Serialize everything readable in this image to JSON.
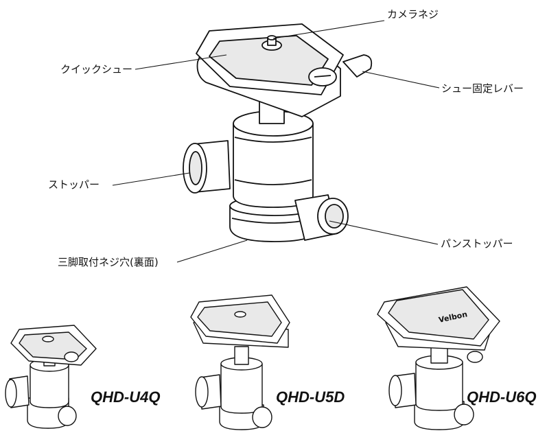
{
  "callouts": {
    "camera_screw": "カメラネジ",
    "quick_shoe": "クイックシュー",
    "shoe_lock_lever": "シュー固定レバー",
    "stopper": "ストッパー",
    "pan_stopper": "パンストッパー",
    "tripod_socket": "三脚取付ネジ穴(裏面)"
  },
  "models": [
    "QHD-U4Q",
    "QHD-U5D",
    "QHD-U6Q"
  ],
  "plate_logo_text": "Velbon",
  "colors": {
    "line": "#111111",
    "fill": "#ffffff",
    "shade": "#e9e9e9"
  }
}
